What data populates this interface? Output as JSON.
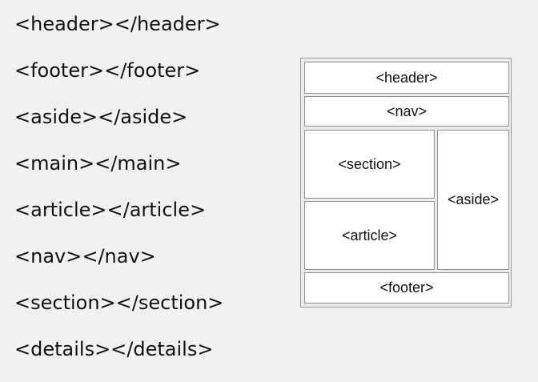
{
  "tag_list": [
    "<header></header>",
    "<footer></footer>",
    "<aside></aside>",
    "<main></main>",
    "<article></article>",
    "<nav></nav>",
    "<section></section>",
    "<details></details>"
  ],
  "layout_diagram": {
    "header": "<header>",
    "nav": "<nav>",
    "section": "<section>",
    "article": "<article>",
    "aside": "<aside>",
    "footer": "<footer>"
  }
}
